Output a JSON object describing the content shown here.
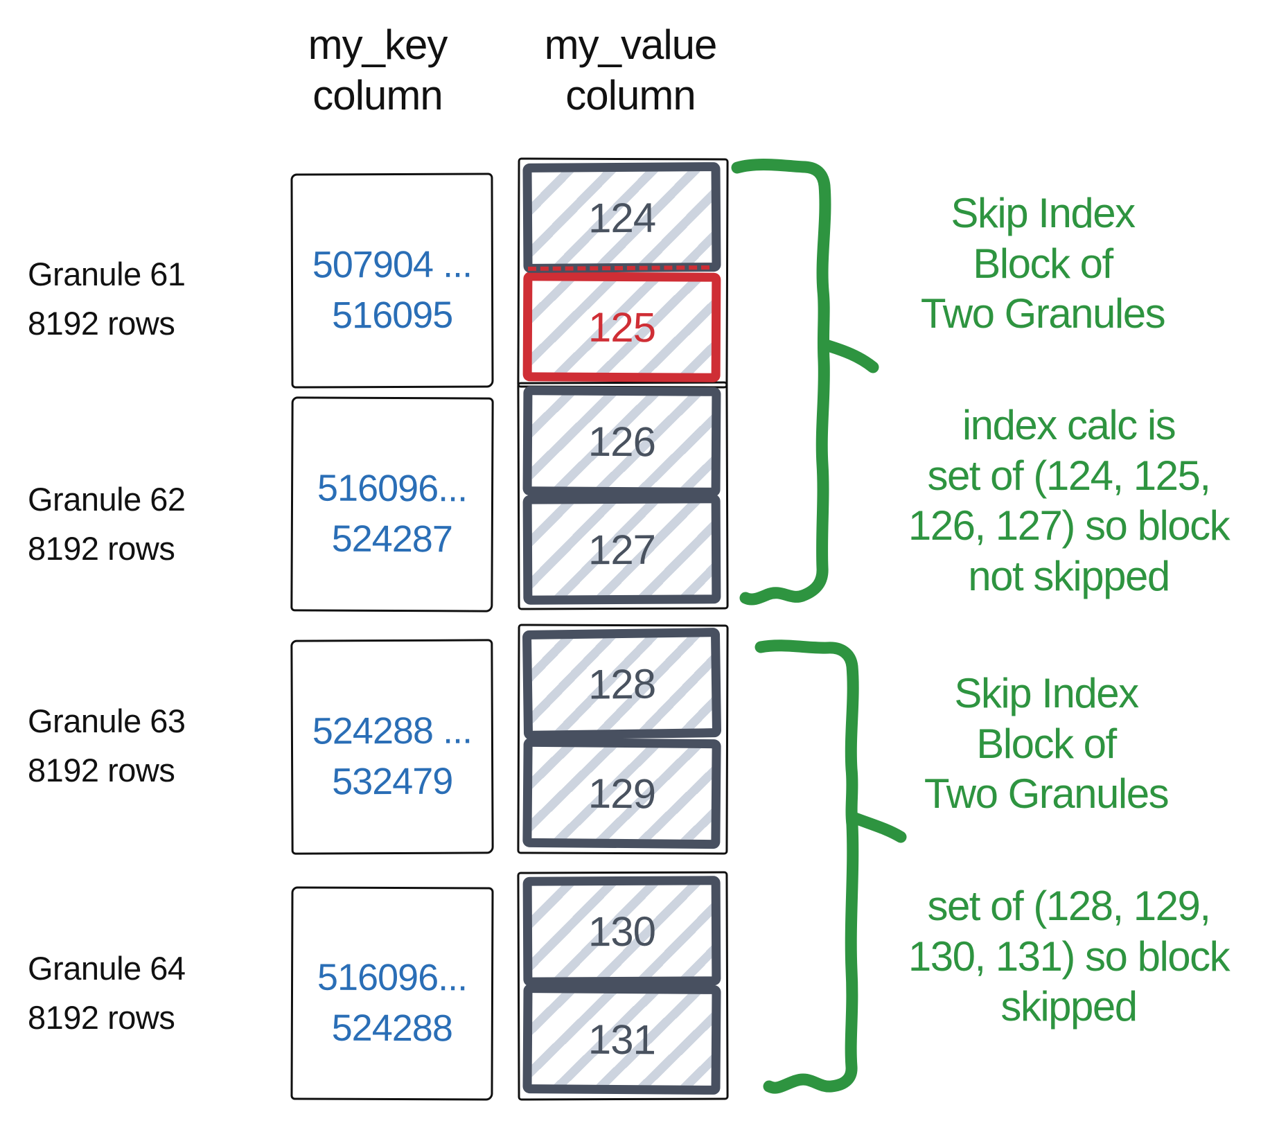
{
  "headers": {
    "key": [
      "my_key",
      "column"
    ],
    "value": [
      "my_value",
      "column"
    ]
  },
  "granules": [
    {
      "name": "Granule 61",
      "rows": "8192 rows",
      "key_line1": "507904 ...",
      "key_line2": "516095",
      "blocks": [
        {
          "id": "124",
          "highlight": false
        },
        {
          "id": "125",
          "highlight": true
        }
      ]
    },
    {
      "name": "Granule 62",
      "rows": "8192 rows",
      "key_line1": "516096...",
      "key_line2": "524287",
      "blocks": [
        {
          "id": "126",
          "highlight": false
        },
        {
          "id": "127",
          "highlight": false
        }
      ]
    },
    {
      "name": "Granule 63",
      "rows": "8192 rows",
      "key_line1": "524288 ...",
      "key_line2": "532479",
      "blocks": [
        {
          "id": "128",
          "highlight": false
        },
        {
          "id": "129",
          "highlight": false
        }
      ]
    },
    {
      "name": "Granule 64",
      "rows": "8192 rows",
      "key_line1": "516096...",
      "key_line2": "524288",
      "blocks": [
        {
          "id": "130",
          "highlight": false
        },
        {
          "id": "131",
          "highlight": false
        }
      ]
    }
  ],
  "annotations": [
    {
      "lines": [
        "Skip Index",
        "Block of",
        "Two Granules"
      ]
    },
    {
      "lines": [
        "index calc is",
        "set of (124, 125,",
        "126, 127) so block",
        "not skipped"
      ]
    },
    {
      "lines": [
        "Skip Index",
        "Block of",
        "Two Granules"
      ]
    },
    {
      "lines": [
        "set of (128, 129,",
        "130, 131) so block",
        "skipped"
      ]
    }
  ],
  "colors": {
    "green": "#2e9440",
    "blue": "#2a6eb6",
    "slate_border": "#485060",
    "hatch": "#cdd4df",
    "red_highlight": "#cf2e35",
    "text_black": "#111111"
  }
}
